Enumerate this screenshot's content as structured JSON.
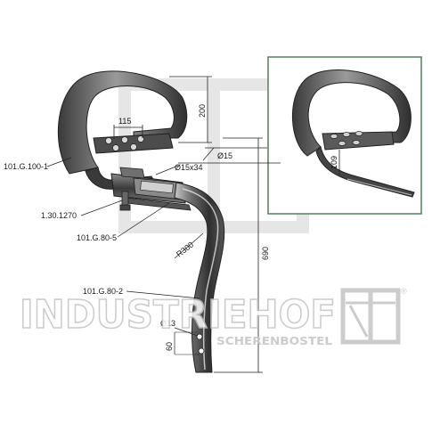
{
  "part_labels": {
    "spring": "101.G.100-1",
    "bolt": "1.30.1270",
    "clamp": "101.G.80-5",
    "tine": "101.G.80-2"
  },
  "dimensions": {
    "width_115": "115",
    "height_200": "200",
    "dia_15": "Ø15",
    "slot_15x34": "Ø15x34",
    "radius_300": "R300",
    "length_690": "690",
    "dia_13": "Ø13",
    "hole_60": "60",
    "inset_109": "109"
  },
  "watermark": {
    "brand": "INDUSTRIEHOF",
    "registered": "®",
    "subtitle": "SCHERENBOSTEL"
  },
  "colors": {
    "inset_border": "#4f7f5e",
    "watermark": "#c9c9c9",
    "steel_dark": "#2e2e2e",
    "steel_mid": "#6e6e6e",
    "steel_light": "#b0b0b0"
  }
}
